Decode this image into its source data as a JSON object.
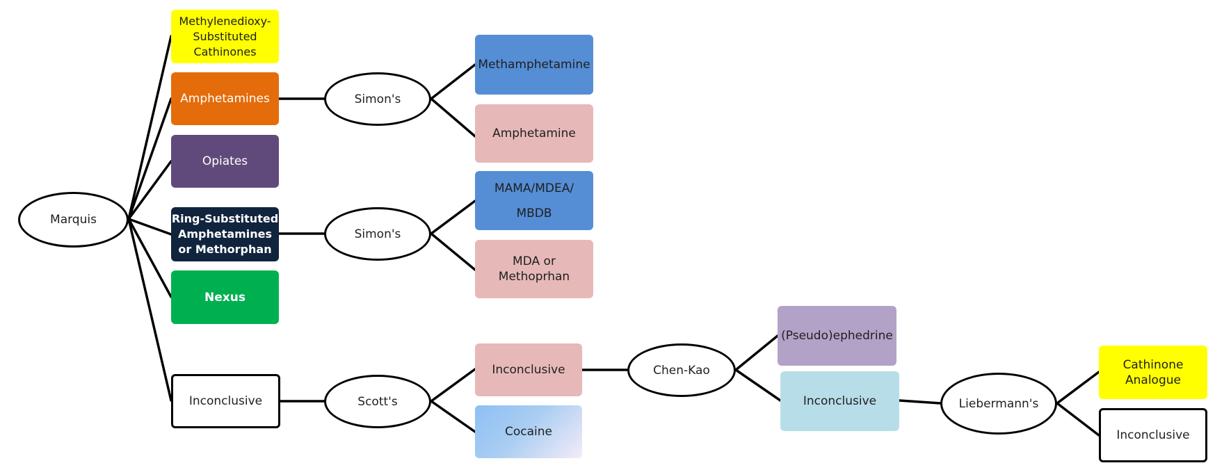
{
  "colors": {
    "yellow": "#ffff00",
    "orange": "#e46c0a",
    "purple": "#604a7b",
    "navy": "#10243e",
    "green": "#00b050",
    "blue": "#558ed5",
    "pink": "#e6b9b8",
    "lavender": "#b3a2c7",
    "light_cyan": "#b7dee8",
    "cocaine_gradient_start": "#8dc0f5",
    "cocaine_gradient_end": "#f3ecf8",
    "line": "#000000"
  },
  "nodes": {
    "marquis": "Marquis",
    "methylenedioxy_cathinones": "Methylenedioxy-\nSubstituted\nCathinones",
    "amphetamines": "Amphetamines",
    "opiates": "Opiates",
    "ring_substituted": "Ring-Substituted\nAmphetamines\nor Methorphan",
    "nexus": "Nexus",
    "inconclusive_marquis": "Inconclusive",
    "simons_1": "Simon's",
    "simons_2": "Simon's",
    "scotts": "Scott's",
    "methamphetamine": "Methamphetamine",
    "amphetamine": "Amphetamine",
    "mama_mdea_mbdb": "MAMA/MDEA/\nMBDB",
    "mda_or_methorphan": "MDA or\nMethoprhan",
    "inconclusive_scotts": "Inconclusive",
    "cocaine": "Cocaine",
    "chen_kao": "Chen-Kao",
    "pseudoephedrine": "(Pseudo)ephedrine",
    "inconclusive_chen_kao": "Inconclusive",
    "liebermanns": "Liebermann's",
    "cathinone_analogue": "Cathinone\nAnalogue",
    "inconclusive_liebermanns": "Inconclusive"
  }
}
